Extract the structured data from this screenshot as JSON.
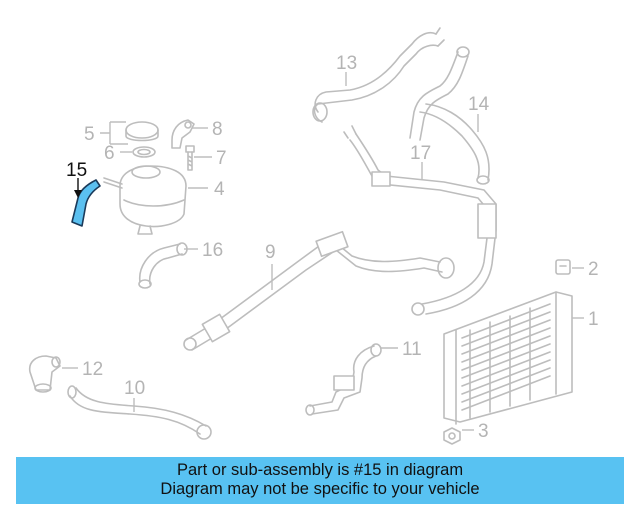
{
  "diagram": {
    "callouts": {
      "c1": "1",
      "c2": "2",
      "c3": "3",
      "c4": "4",
      "c5": "5",
      "c6": "6",
      "c7": "7",
      "c8": "8",
      "c9": "9",
      "c10": "10",
      "c11": "11",
      "c12": "12",
      "c13": "13",
      "c14": "14",
      "c15": "15",
      "c16": "16",
      "c17": "17"
    },
    "highlight_color": "#5bc0f0",
    "line_color": "#bdbdbd"
  },
  "banner": {
    "line1": "Part or sub-assembly is #15 in diagram",
    "line2": "Diagram may not be specific to your vehicle",
    "background": "#58c2f2"
  }
}
